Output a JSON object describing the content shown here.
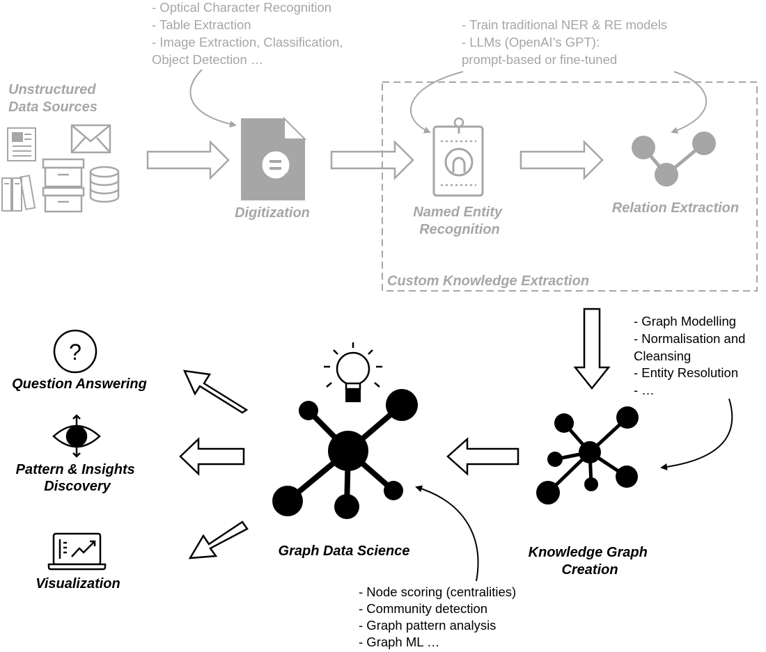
{
  "top_notes": {
    "digitization": [
      "- Optical Character Recognition",
      "- Table Extraction",
      "- Image Extraction, Classification,",
      "Object Detection …"
    ],
    "extraction": [
      "- Train traditional NER & RE models",
      "- LLMs (OpenAI’s GPT):",
      "prompt-based or fine-tuned"
    ]
  },
  "pipeline": {
    "sources": [
      "Unstructured",
      "Data Sources"
    ],
    "digitization": "Digitization",
    "ner": [
      "Named Entity",
      "Recognition"
    ],
    "relation": "Relation Extraction",
    "box_label": "Custom Knowledge Extraction"
  },
  "kg_notes": [
    "- Graph Modelling",
    "- Normalisation and",
    "Cleansing",
    "- Entity Resolution",
    "- …"
  ],
  "kg_label": [
    "Knowledge Graph",
    "Creation"
  ],
  "gds_label": "Graph Data Science",
  "gds_notes": [
    "- Node scoring (centralities)",
    "- Community detection",
    "- Graph pattern analysis",
    "- Graph ML …"
  ],
  "outputs": {
    "qa": "Question Answering",
    "pattern": [
      "Pattern & Insights",
      "Discovery"
    ],
    "viz": "Visualization"
  },
  "colors": {
    "active": "#000000",
    "faded": "#a6a6a6",
    "dash": "#a6a6a6"
  }
}
